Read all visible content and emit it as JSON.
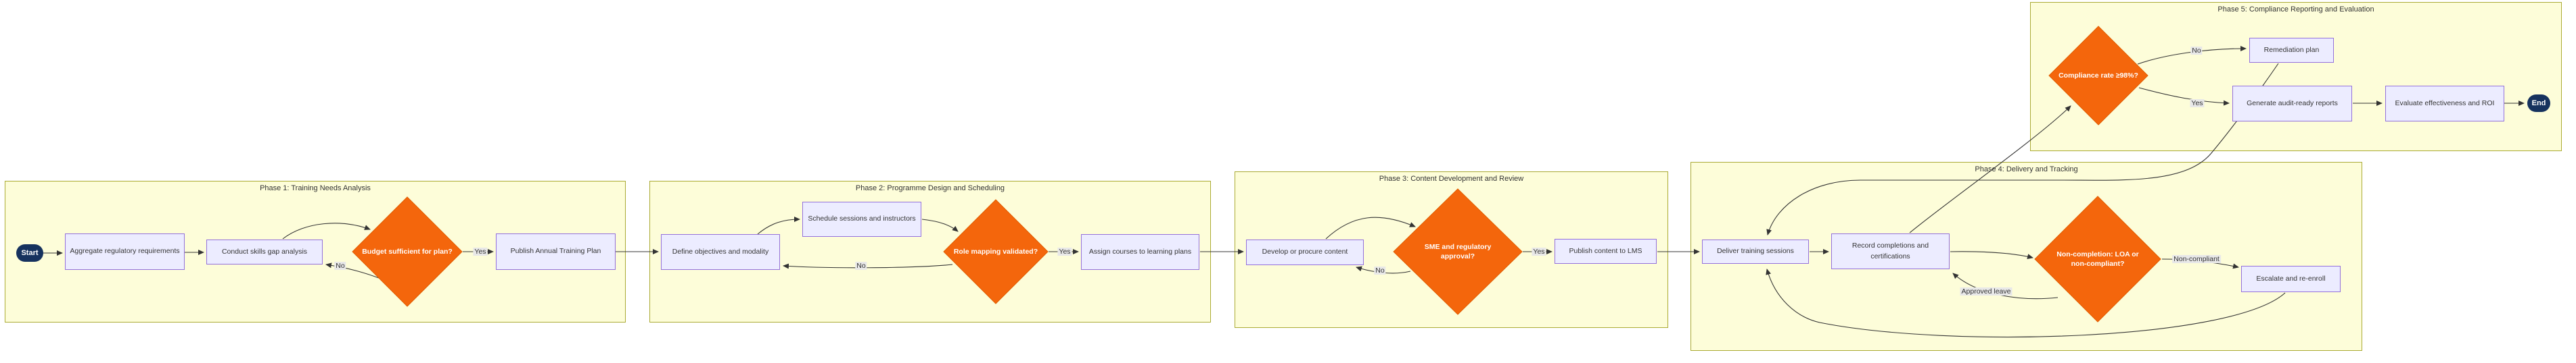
{
  "diagram": {
    "terminals": {
      "start": "Start",
      "end": "End"
    },
    "phases": [
      {
        "label": "Phase 1: Training Needs Analysis"
      },
      {
        "label": "Phase 2: Programme Design and Scheduling"
      },
      {
        "label": "Phase 3: Content Development and Review"
      },
      {
        "label": "Phase 4: Delivery and Tracking"
      },
      {
        "label": "Phase 5: Compliance Reporting and Evaluation"
      }
    ],
    "nodes": {
      "aggregate": "Aggregate regulatory requirements",
      "conduct": "Conduct skills gap analysis",
      "budget": "Budget sufficient for plan?",
      "publish_plan": "Publish Annual Training Plan",
      "define": "Define objectives and modality",
      "schedule": "Schedule sessions and instructors",
      "role": "Role mapping validated?",
      "assign": "Assign courses to learning plans",
      "develop": "Develop or procure content",
      "sme": "SME and regulatory approval?",
      "publish_lms": "Publish content to LMS",
      "deliver": "Deliver training sessions",
      "record": "Record completions and certifications",
      "noncompletion": "Non-completion: LOA or non-compliant?",
      "escalate": "Escalate and re-enroll",
      "compliance": "Compliance rate ≥98%?",
      "remediation": "Remediation plan",
      "generate": "Generate audit-ready reports",
      "evaluate": "Evaluate effectiveness and ROI"
    },
    "edge_labels": {
      "budget_yes": "Yes",
      "budget_no": "No",
      "role_yes": "Yes",
      "role_no": "No",
      "sme_yes": "Yes",
      "sme_no": "No",
      "non_compliant": "Non-compliant",
      "approved_leave": "Approved leave",
      "compliance_no": "No",
      "compliance_yes": "Yes"
    },
    "colors": {
      "phase_fill": "#fdfdd9",
      "phase_border": "#aaaa33",
      "node_fill": "#ececff",
      "node_border": "#9370db",
      "decision_fill": "#f4660c",
      "terminal_fill": "#16325e",
      "edge": "#333333",
      "edge_label_bg": "#e8e8e8"
    }
  }
}
